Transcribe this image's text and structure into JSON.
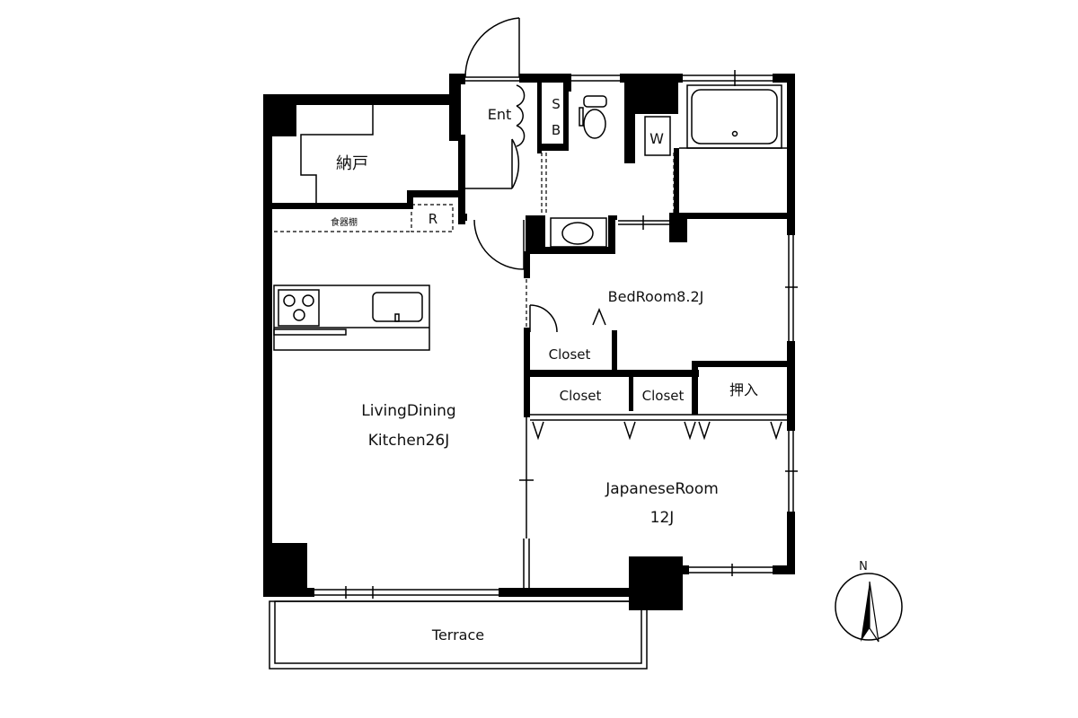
{
  "rooms": {
    "storage": "納戸",
    "cupboard": "食器棚",
    "fridge": "R",
    "entrance": "Ent",
    "shoe_box_s": "S",
    "shoe_box_b": "B",
    "washer": "W",
    "bedroom": "BedRoom8.2J",
    "closet_1": "Closet",
    "closet_2": "Closet",
    "closet_3": "Closet",
    "oshiire": "押入",
    "ldk_line1": "LivingDining",
    "ldk_line2": "Kitchen26J",
    "japanese_line1": "JapaneseRoom",
    "japanese_line2": "12J",
    "terrace": "Terrace"
  },
  "compass": {
    "north_label": "N"
  }
}
